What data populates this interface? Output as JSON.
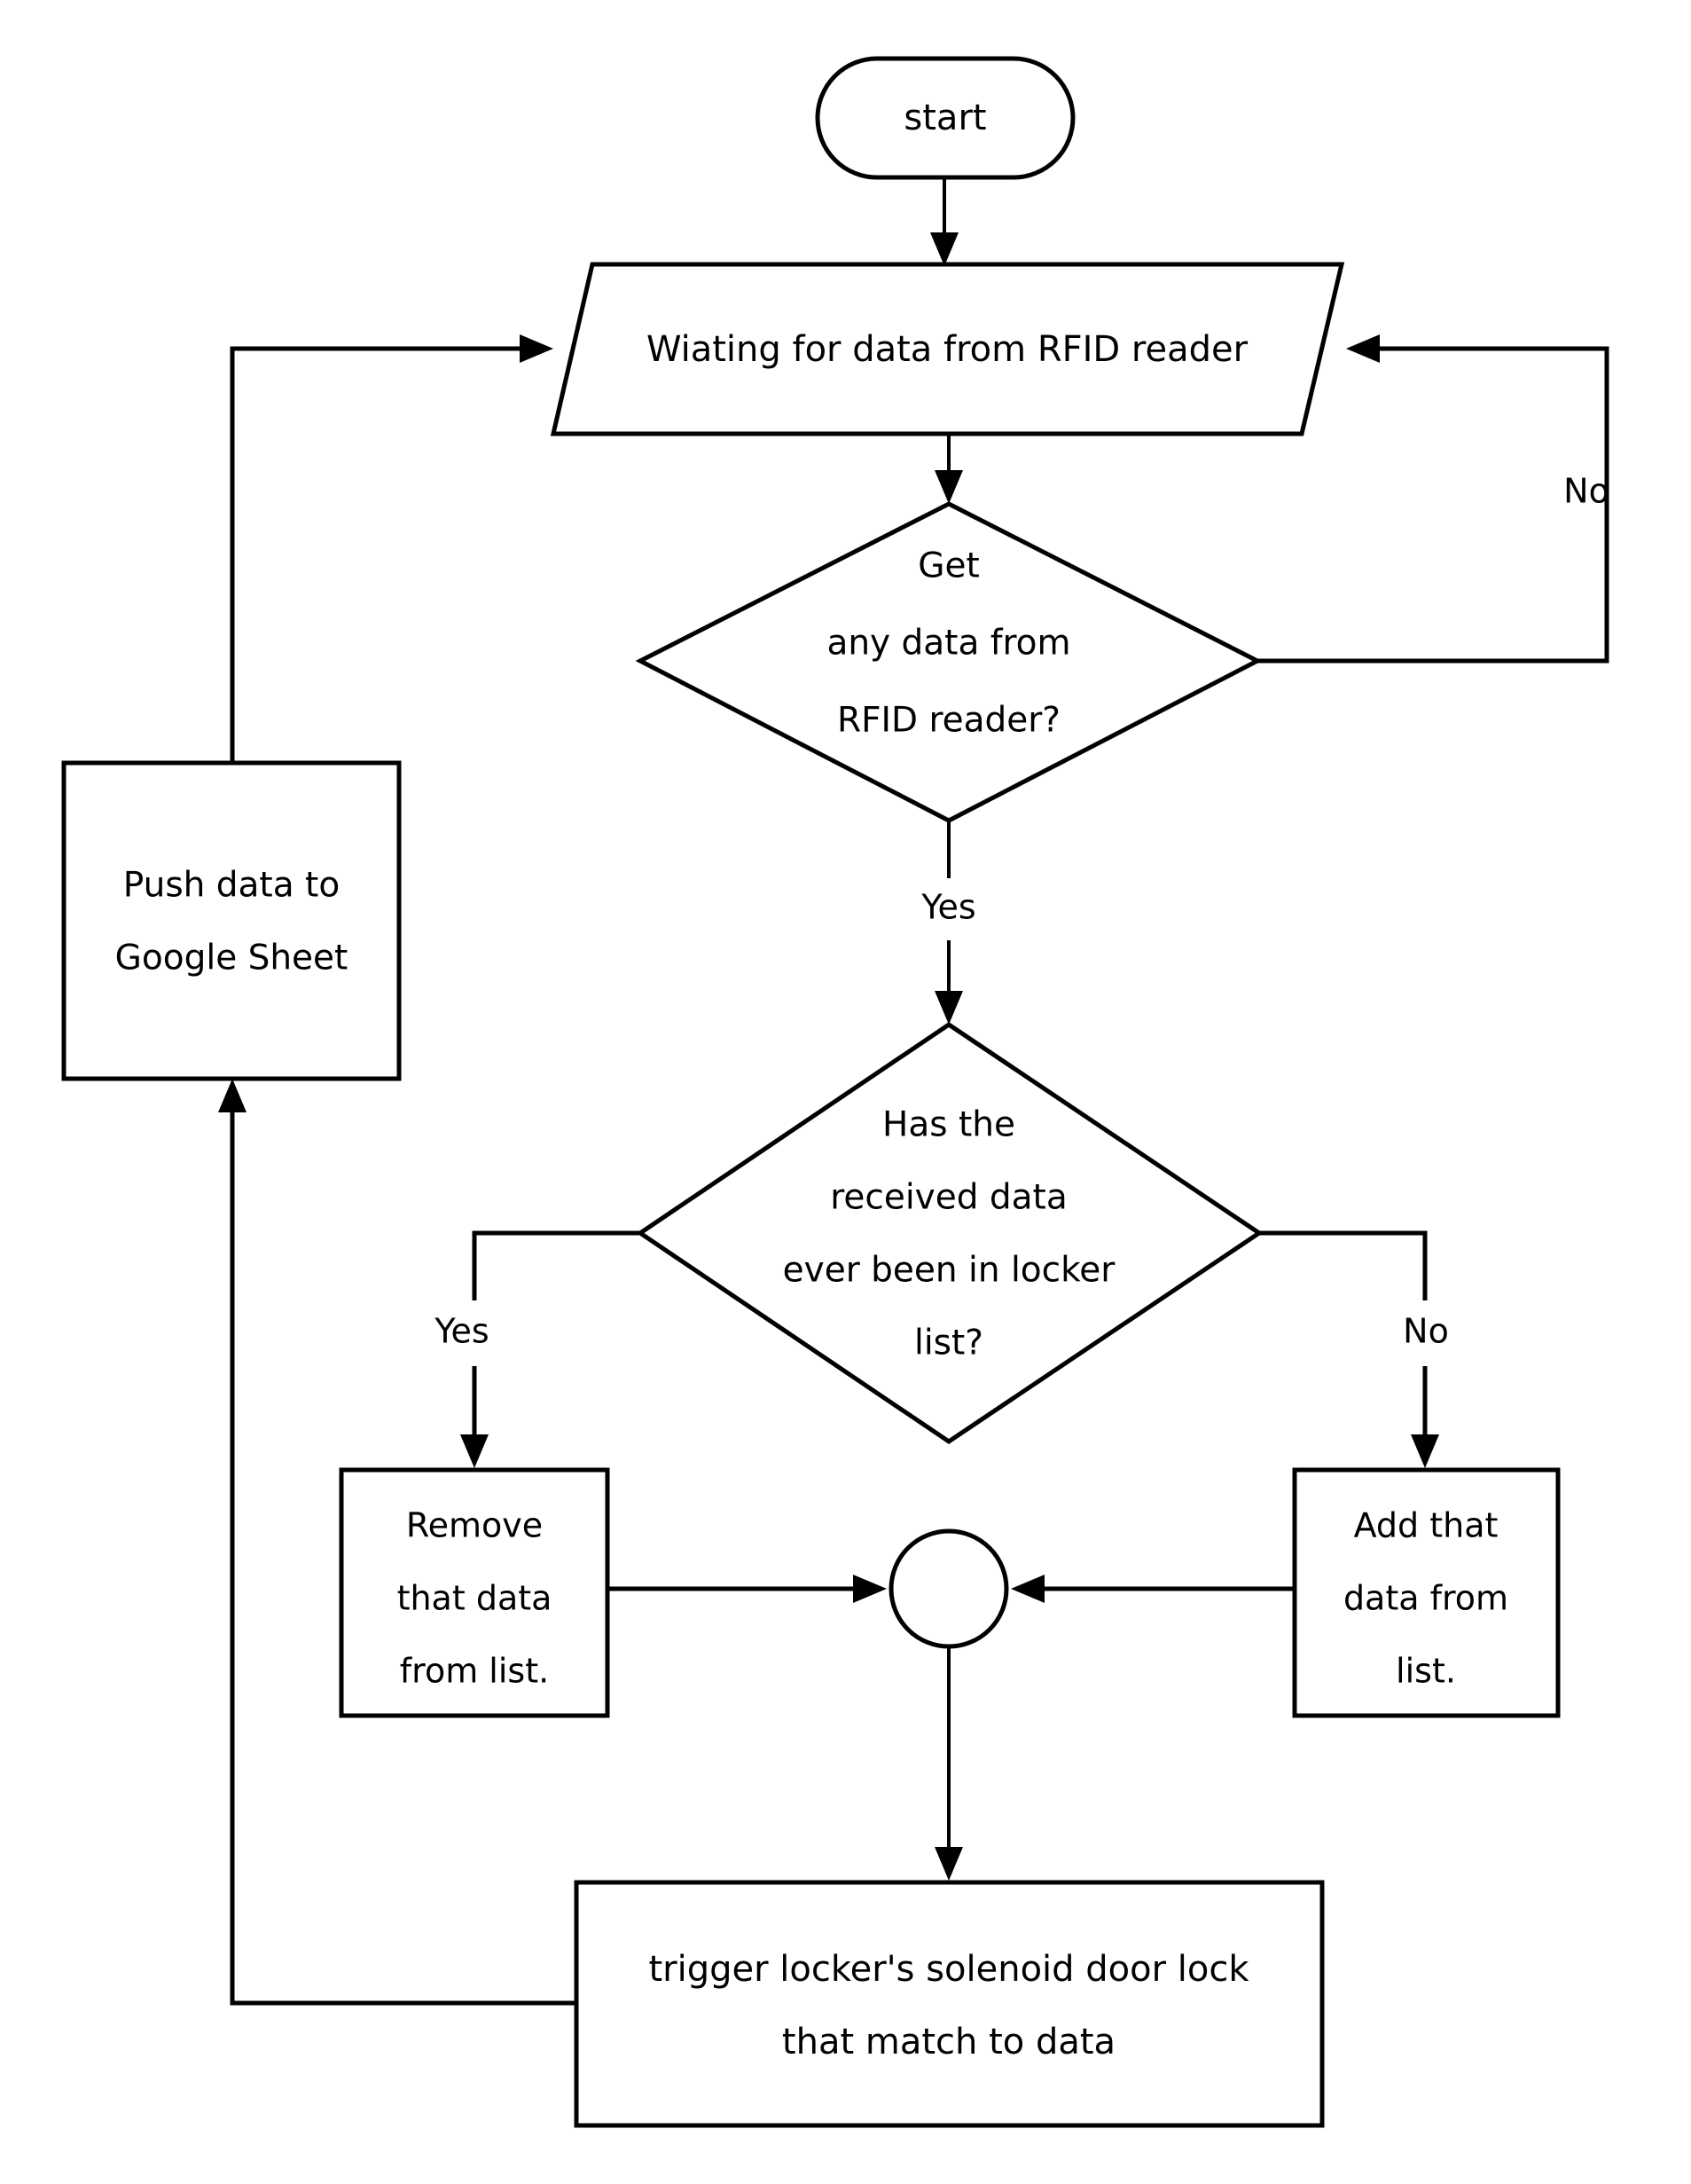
{
  "diagram": {
    "title": "RFID Locker Control Flowchart",
    "background_color": "#ffffff",
    "stroke_color": "#000000"
  },
  "nodes": {
    "start": {
      "shape": "rounded-rectangle",
      "label": "start"
    },
    "wait_input": {
      "shape": "parallelogram",
      "label": "Wiating for data from RFID reader"
    },
    "decision_get_data": {
      "shape": "diamond",
      "line1": "Get",
      "line2": "any data from",
      "line3": "RFID reader?"
    },
    "decision_in_list": {
      "shape": "diamond",
      "line1": "Has the",
      "line2": "received data",
      "line3": "ever been in locker",
      "line4": "list?"
    },
    "push_sheet": {
      "shape": "rectangle",
      "line1": "Push data to",
      "line2": "Google Sheet"
    },
    "remove_data": {
      "shape": "rectangle",
      "line1": "Remove",
      "line2": "that data",
      "line3": "from list."
    },
    "add_data": {
      "shape": "rectangle",
      "line1": "Add that",
      "line2": "data from",
      "line3": "list."
    },
    "merge_connector": {
      "shape": "circle",
      "label": ""
    },
    "trigger_lock": {
      "shape": "rectangle",
      "line1": "trigger locker's solenoid door lock",
      "line2": "that match to data"
    }
  },
  "edge_labels": {
    "get_data_no": "No",
    "get_data_yes": "Yes",
    "in_list_yes": "Yes",
    "in_list_no": "No"
  }
}
